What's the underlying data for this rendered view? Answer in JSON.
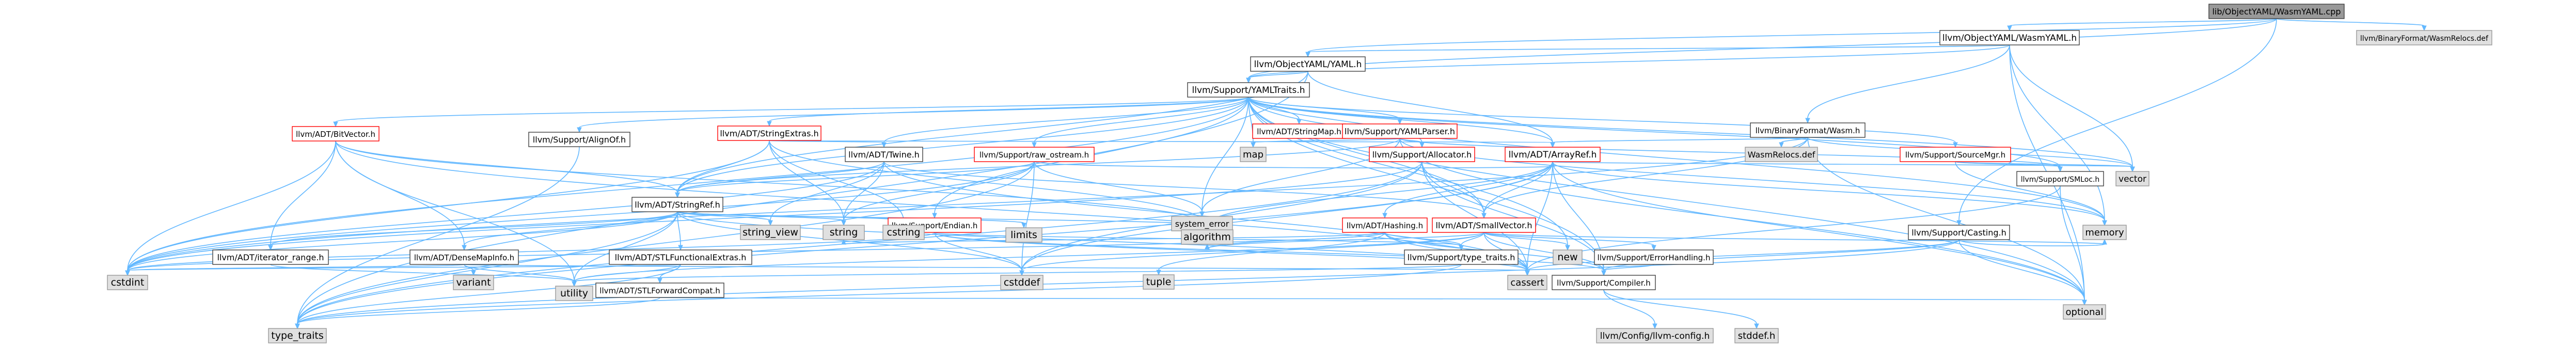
{
  "graph": {
    "root": "lib/ObjectYAML/WasmYAML.cpp",
    "colors": {
      "edge": "#63b8ff",
      "node_fill": "#ffffff",
      "node_border_included": "#404040",
      "node_border_limited": "#ff0000",
      "system_fill": "#e0e0e0",
      "system_border": "#999999",
      "root_fill": "#999999"
    },
    "nodes": [
      {
        "id": "n0",
        "label": "lib/ObjectYAML/WasmYAML.cpp",
        "kind": "root"
      },
      {
        "id": "n1",
        "label": "llvm/ObjectYAML/WasmYAML.h",
        "kind": "normal"
      },
      {
        "id": "n2",
        "label": "llvm/BinaryFormat/WasmRelocs.def",
        "kind": "system"
      },
      {
        "id": "n3",
        "label": "llvm/ObjectYAML/YAML.h",
        "kind": "normal"
      },
      {
        "id": "n4",
        "label": "llvm/Support/YAMLTraits.h",
        "kind": "normal"
      },
      {
        "id": "n5",
        "label": "llvm/Support/AlignOf.h",
        "kind": "normal"
      },
      {
        "id": "n6",
        "label": "llvm/ADT/BitVector.h",
        "kind": "limited"
      },
      {
        "id": "n7",
        "label": "llvm/ADT/StringExtras.h",
        "kind": "limited"
      },
      {
        "id": "n8",
        "label": "llvm/ADT/Twine.h",
        "kind": "normal"
      },
      {
        "id": "n9",
        "label": "llvm/Support/raw_ostream.h",
        "kind": "limited"
      },
      {
        "id": "n10",
        "label": "llvm/ADT/StringMap.h",
        "kind": "limited"
      },
      {
        "id": "n11",
        "label": "llvm/Support/YAMLParser.h",
        "kind": "limited"
      },
      {
        "id": "n12",
        "label": "map",
        "kind": "system"
      },
      {
        "id": "n13",
        "label": "llvm/Support/Allocator.h",
        "kind": "limited"
      },
      {
        "id": "n14",
        "label": "llvm/BinaryFormat/Wasm.h",
        "kind": "normal"
      },
      {
        "id": "n15",
        "label": "llvm/ADT/ArrayRef.h",
        "kind": "limited"
      },
      {
        "id": "n16",
        "label": "WasmRelocs.def",
        "kind": "system"
      },
      {
        "id": "n17",
        "label": "llvm/Support/SourceMgr.h",
        "kind": "limited"
      },
      {
        "id": "n18",
        "label": "llvm/Support/SMLoc.h",
        "kind": "normal"
      },
      {
        "id": "n19",
        "label": "vector",
        "kind": "system"
      },
      {
        "id": "n20",
        "label": "llvm/Support/Casting.h",
        "kind": "normal"
      },
      {
        "id": "n21",
        "label": "llvm/ADT/StringRef.h",
        "kind": "normal"
      },
      {
        "id": "n22",
        "label": "llvm/Support/Endian.h",
        "kind": "limited"
      },
      {
        "id": "n23",
        "label": "llvm/ADT/Hashing.h",
        "kind": "limited"
      },
      {
        "id": "n24",
        "label": "llvm/ADT/SmallVector.h",
        "kind": "limited"
      },
      {
        "id": "n25",
        "label": "system_error",
        "kind": "system"
      },
      {
        "id": "n26",
        "label": "new",
        "kind": "system"
      },
      {
        "id": "n27",
        "label": "llvm/Support/ErrorHandling.h",
        "kind": "normal"
      },
      {
        "id": "n28",
        "label": "memory",
        "kind": "system"
      },
      {
        "id": "n29",
        "label": "llvm/ADT/iterator_range.h",
        "kind": "normal"
      },
      {
        "id": "n30",
        "label": "llvm/ADT/DenseMapInfo.h",
        "kind": "normal"
      },
      {
        "id": "n31",
        "label": "llvm/ADT/STLFunctionalExtras.h",
        "kind": "normal"
      },
      {
        "id": "n32",
        "label": "string_view",
        "kind": "system"
      },
      {
        "id": "n33",
        "label": "string",
        "kind": "system"
      },
      {
        "id": "n34",
        "label": "cstring",
        "kind": "system"
      },
      {
        "id": "n35",
        "label": "limits",
        "kind": "system"
      },
      {
        "id": "n36",
        "label": "algorithm",
        "kind": "system"
      },
      {
        "id": "n37",
        "label": "llvm/Support/type_traits.h",
        "kind": "normal"
      },
      {
        "id": "n38",
        "label": "llvm/Support/Compiler.h",
        "kind": "normal"
      },
      {
        "id": "n39",
        "label": "cstdint",
        "kind": "system"
      },
      {
        "id": "n40",
        "label": "variant",
        "kind": "system"
      },
      {
        "id": "n41",
        "label": "utility",
        "kind": "system"
      },
      {
        "id": "n42",
        "label": "llvm/ADT/STLForwardCompat.h",
        "kind": "normal"
      },
      {
        "id": "n43",
        "label": "cstddef",
        "kind": "system"
      },
      {
        "id": "n44",
        "label": "tuple",
        "kind": "system"
      },
      {
        "id": "n45",
        "label": "cassert",
        "kind": "system"
      },
      {
        "id": "n46",
        "label": "optional",
        "kind": "system"
      },
      {
        "id": "n47",
        "label": "type_traits",
        "kind": "system"
      },
      {
        "id": "n48",
        "label": "llvm/Config/llvm-config.h",
        "kind": "system"
      },
      {
        "id": "n49",
        "label": "stddef.h",
        "kind": "system"
      }
    ],
    "edges": [
      [
        "n0",
        "n1"
      ],
      [
        "n0",
        "n2"
      ],
      [
        "n0",
        "n3"
      ],
      [
        "n0",
        "n4"
      ],
      [
        "n0",
        "n20"
      ],
      [
        "n1",
        "n3"
      ],
      [
        "n1",
        "n14"
      ],
      [
        "n1",
        "n4"
      ],
      [
        "n1",
        "n19"
      ],
      [
        "n1",
        "n46"
      ],
      [
        "n1",
        "n28"
      ],
      [
        "n3",
        "n4"
      ],
      [
        "n3",
        "n15"
      ],
      [
        "n3",
        "n21"
      ],
      [
        "n3",
        "n47"
      ],
      [
        "n4",
        "n5"
      ],
      [
        "n4",
        "n6"
      ],
      [
        "n4",
        "n7"
      ],
      [
        "n4",
        "n8"
      ],
      [
        "n4",
        "n9"
      ],
      [
        "n4",
        "n10"
      ],
      [
        "n4",
        "n11"
      ],
      [
        "n4",
        "n12"
      ],
      [
        "n4",
        "n13"
      ],
      [
        "n4",
        "n15"
      ],
      [
        "n4",
        "n17"
      ],
      [
        "n4",
        "n18"
      ],
      [
        "n4",
        "n19"
      ],
      [
        "n4",
        "n21"
      ],
      [
        "n4",
        "n22"
      ],
      [
        "n4",
        "n24"
      ],
      [
        "n4",
        "n25"
      ],
      [
        "n4",
        "n28"
      ],
      [
        "n4",
        "n38"
      ],
      [
        "n4",
        "n39"
      ],
      [
        "n4",
        "n46"
      ],
      [
        "n4",
        "n26"
      ],
      [
        "n5",
        "n47"
      ],
      [
        "n6",
        "n21"
      ],
      [
        "n6",
        "n29"
      ],
      [
        "n6",
        "n30"
      ],
      [
        "n6",
        "n36"
      ],
      [
        "n6",
        "n39"
      ],
      [
        "n6",
        "n41"
      ],
      [
        "n6",
        "n45"
      ],
      [
        "n7",
        "n21"
      ],
      [
        "n7",
        "n8"
      ],
      [
        "n7",
        "n15"
      ],
      [
        "n7",
        "n33"
      ],
      [
        "n7",
        "n34"
      ],
      [
        "n7",
        "n39"
      ],
      [
        "n7",
        "n36"
      ],
      [
        "n8",
        "n21"
      ],
      [
        "n8",
        "n24"
      ],
      [
        "n8",
        "n33"
      ],
      [
        "n8",
        "n32"
      ],
      [
        "n8",
        "n45"
      ],
      [
        "n8",
        "n39"
      ],
      [
        "n9",
        "n21"
      ],
      [
        "n9",
        "n15"
      ],
      [
        "n9",
        "n33"
      ],
      [
        "n9",
        "n25"
      ],
      [
        "n9",
        "n47"
      ],
      [
        "n9",
        "n39"
      ],
      [
        "n9",
        "n43"
      ],
      [
        "n11",
        "n21"
      ],
      [
        "n11",
        "n13"
      ],
      [
        "n11",
        "n18"
      ],
      [
        "n11",
        "n12"
      ],
      [
        "n11",
        "n28"
      ],
      [
        "n11",
        "n25"
      ],
      [
        "n11",
        "n46"
      ],
      [
        "n13",
        "n24"
      ],
      [
        "n13",
        "n38"
      ],
      [
        "n13",
        "n45"
      ],
      [
        "n13",
        "n43"
      ],
      [
        "n13",
        "n39"
      ],
      [
        "n13",
        "n47"
      ],
      [
        "n14",
        "n15"
      ],
      [
        "n14",
        "n16"
      ],
      [
        "n14",
        "n19"
      ],
      [
        "n14",
        "n24"
      ],
      [
        "n14",
        "n39"
      ],
      [
        "n14",
        "n46"
      ],
      [
        "n15",
        "n24"
      ],
      [
        "n15",
        "n23"
      ],
      [
        "n15",
        "n38"
      ],
      [
        "n15",
        "n36"
      ],
      [
        "n15",
        "n45"
      ],
      [
        "n15",
        "n43"
      ],
      [
        "n15",
        "n19"
      ],
      [
        "n15",
        "n28"
      ],
      [
        "n15",
        "n46"
      ],
      [
        "n15",
        "n47"
      ],
      [
        "n17",
        "n18"
      ],
      [
        "n17",
        "n28"
      ],
      [
        "n17",
        "n19"
      ],
      [
        "n18",
        "n46"
      ],
      [
        "n18",
        "n45"
      ],
      [
        "n20",
        "n28"
      ],
      [
        "n20",
        "n38"
      ],
      [
        "n20",
        "n45"
      ],
      [
        "n20",
        "n46"
      ],
      [
        "n20",
        "n47"
      ],
      [
        "n21",
        "n29"
      ],
      [
        "n21",
        "n30"
      ],
      [
        "n21",
        "n31"
      ],
      [
        "n21",
        "n32"
      ],
      [
        "n21",
        "n33"
      ],
      [
        "n21",
        "n34"
      ],
      [
        "n21",
        "n35"
      ],
      [
        "n21",
        "n36"
      ],
      [
        "n21",
        "n43"
      ],
      [
        "n21",
        "n41"
      ],
      [
        "n21",
        "n47"
      ],
      [
        "n21",
        "n45"
      ],
      [
        "n21",
        "n39"
      ],
      [
        "n22",
        "n38"
      ],
      [
        "n22",
        "n37"
      ],
      [
        "n22",
        "n39"
      ],
      [
        "n22",
        "n43"
      ],
      [
        "n22",
        "n45"
      ],
      [
        "n23",
        "n37"
      ],
      [
        "n23",
        "n38"
      ],
      [
        "n23",
        "n36"
      ],
      [
        "n23",
        "n45"
      ],
      [
        "n23",
        "n44"
      ],
      [
        "n23",
        "n33"
      ],
      [
        "n23",
        "n39"
      ],
      [
        "n24",
        "n37"
      ],
      [
        "n24",
        "n38"
      ],
      [
        "n24",
        "n27"
      ],
      [
        "n24",
        "n36"
      ],
      [
        "n24",
        "n45"
      ],
      [
        "n24",
        "n43"
      ],
      [
        "n24",
        "n26"
      ],
      [
        "n24",
        "n41"
      ],
      [
        "n24",
        "n28"
      ],
      [
        "n27",
        "n38"
      ],
      [
        "n29",
        "n41"
      ],
      [
        "n30",
        "n41"
      ],
      [
        "n30",
        "n40"
      ],
      [
        "n30",
        "n39"
      ],
      [
        "n30",
        "n45"
      ],
      [
        "n31",
        "n42"
      ],
      [
        "n31",
        "n47"
      ],
      [
        "n31",
        "n41"
      ],
      [
        "n31",
        "n39"
      ],
      [
        "n37",
        "n47"
      ],
      [
        "n37",
        "n41"
      ],
      [
        "n38",
        "n48"
      ],
      [
        "n38",
        "n49"
      ],
      [
        "n42",
        "n47"
      ],
      [
        "n42",
        "n46"
      ]
    ]
  }
}
